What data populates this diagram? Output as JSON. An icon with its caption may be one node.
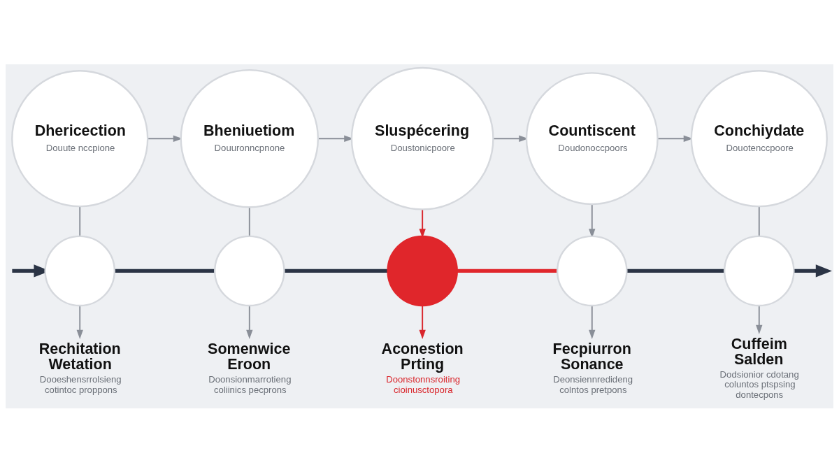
{
  "diagram": {
    "nodes": [
      {
        "text": [
          "Dhericection",
          "Douute nccpione"
        ]
      },
      {
        "text": [
          "Bheniuetiom",
          "Douuronncpnone"
        ]
      },
      {
        "text": [
          "Sluspécering",
          "Doustonicpoore"
        ]
      },
      {
        "text": [
          "Countiscent",
          "Doudonoccpoors"
        ]
      },
      {
        "text": [
          "Conchiydate",
          "Douotenccpoore"
        ]
      },
      {
        "text": [],
        "shape": "circle"
      },
      {
        "text": [],
        "shape": "circle"
      },
      {
        "text": [],
        "shape": "circle"
      },
      {
        "text": [],
        "shape": "circle"
      },
      {
        "text": [],
        "shape": "circle"
      },
      {
        "text": [
          "Rechitation Wetation",
          "Dooeshensrrolsieng cotintoc proppons"
        ]
      },
      {
        "text": [
          "Somenwice Eroon",
          "Doonsionmarrotieng coliinics pecprons"
        ]
      },
      {
        "text": [
          "Aconestion Prting",
          "Doonstonnsroiting cioinusctopora"
        ]
      },
      {
        "text": [
          "Fecpiurron Sonance",
          "Deonsiennredideng colntos pretpons"
        ]
      },
      {
        "text": [
          "Cuffeim Salden",
          "Dodsionior cdotang coluntos ptspsing dontecpons"
        ]
      }
    ],
    "edges": [
      {
        "from": 0,
        "to": 1,
        "arrow": "to"
      },
      {
        "from": 1,
        "to": 2,
        "arrow": "to"
      },
      {
        "from": 2,
        "to": 3,
        "arrow": "to"
      },
      {
        "from": 3,
        "to": 4,
        "arrow": "to"
      },
      {
        "from": 0,
        "to": 5,
        "arrow": "none"
      },
      {
        "from": 1,
        "to": 6,
        "arrow": "none"
      },
      {
        "from": 2,
        "to": 7,
        "arrow": "to",
        "color": "#d9262c"
      },
      {
        "from": 3,
        "to": 8,
        "arrow": "to"
      },
      {
        "from": 4,
        "to": 9,
        "arrow": "none"
      },
      {
        "from": null,
        "to": 5,
        "arrow": "to",
        "style": "thick",
        "color": "#2b3445"
      },
      {
        "from": 5,
        "to": 6,
        "arrow": "none",
        "style": "thick",
        "color": "#2b3445"
      },
      {
        "from": 6,
        "to": 7,
        "arrow": "none",
        "style": "thick",
        "color": "#2b3445"
      },
      {
        "from": 7,
        "to": 8,
        "arrow": "none",
        "style": "thick",
        "color": "#e0262b"
      },
      {
        "from": 8,
        "to": 9,
        "arrow": "none",
        "style": "thick",
        "color": "#2b3445"
      },
      {
        "from": 9,
        "to": null,
        "arrow": "to",
        "style": "thick",
        "color": "#2b3445"
      },
      {
        "from": 5,
        "to": 10,
        "arrow": "to"
      },
      {
        "from": 6,
        "to": 11,
        "arrow": "to"
      },
      {
        "from": 7,
        "to": 12,
        "arrow": "to",
        "color": "#d9262c"
      },
      {
        "from": 8,
        "to": 13,
        "arrow": "to"
      },
      {
        "from": 9,
        "to": 14,
        "arrow": "to"
      }
    ]
  }
}
